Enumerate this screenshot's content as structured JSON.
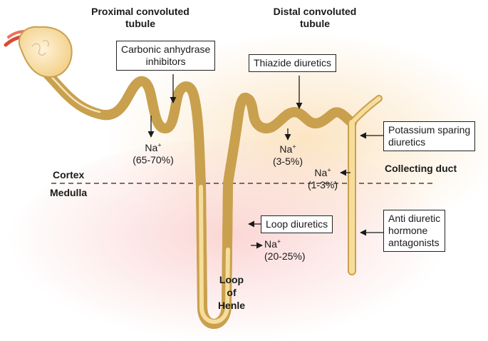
{
  "title_proximal": [
    "Proximal convoluted",
    "tubule"
  ],
  "title_distal": [
    "Distal convoluted",
    "tubule"
  ],
  "region_cortex": "Cortex",
  "region_medulla": "Medulla",
  "collecting_duct": "Collecting duct",
  "loop_of_henle": [
    "Loop",
    "of",
    "Henle"
  ],
  "drugs": {
    "carbonic": [
      "Carbonic anhydrase",
      "inhibitors"
    ],
    "thiazide": "Thiazide diuretics",
    "potassium": [
      "Potassium sparing",
      "diuretics"
    ],
    "loop": "Loop diuretics",
    "adh": [
      "Anti diuretic",
      "hormone",
      "antagonists"
    ]
  },
  "sodium": {
    "symbol": "Na",
    "charge": "+",
    "proximal": "(65-70%)",
    "distal": "(3-5%)",
    "collecting": "(1-3%)",
    "loop": "(20-25%)"
  },
  "colors": {
    "tubule_fill": "#f6dd9b",
    "tubule_edge": "#c9a04e",
    "cortex_glow": "#fbe3bf",
    "medulla_glow": "#fad2d0",
    "artery": "#d94a34"
  }
}
